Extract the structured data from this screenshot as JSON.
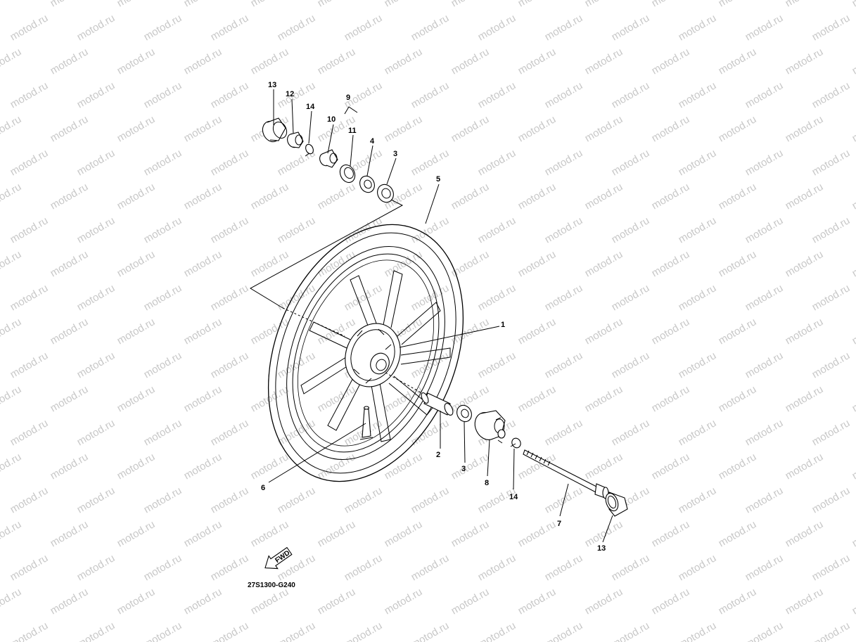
{
  "watermark": {
    "text": "motod.ru",
    "color": "#c8c8c8"
  },
  "diagram_code": "27S1300-G240",
  "fwd_label": "FWD",
  "callouts": {
    "c1": "1",
    "c2": "2",
    "c3a": "3",
    "c3b": "3",
    "c4": "4",
    "c5": "5",
    "c6": "6",
    "c7": "7",
    "c8": "8",
    "c9": "9",
    "c10": "10",
    "c11": "11",
    "c12": "12",
    "c13a": "13",
    "c13b": "13",
    "c14a": "14",
    "c14b": "14"
  }
}
